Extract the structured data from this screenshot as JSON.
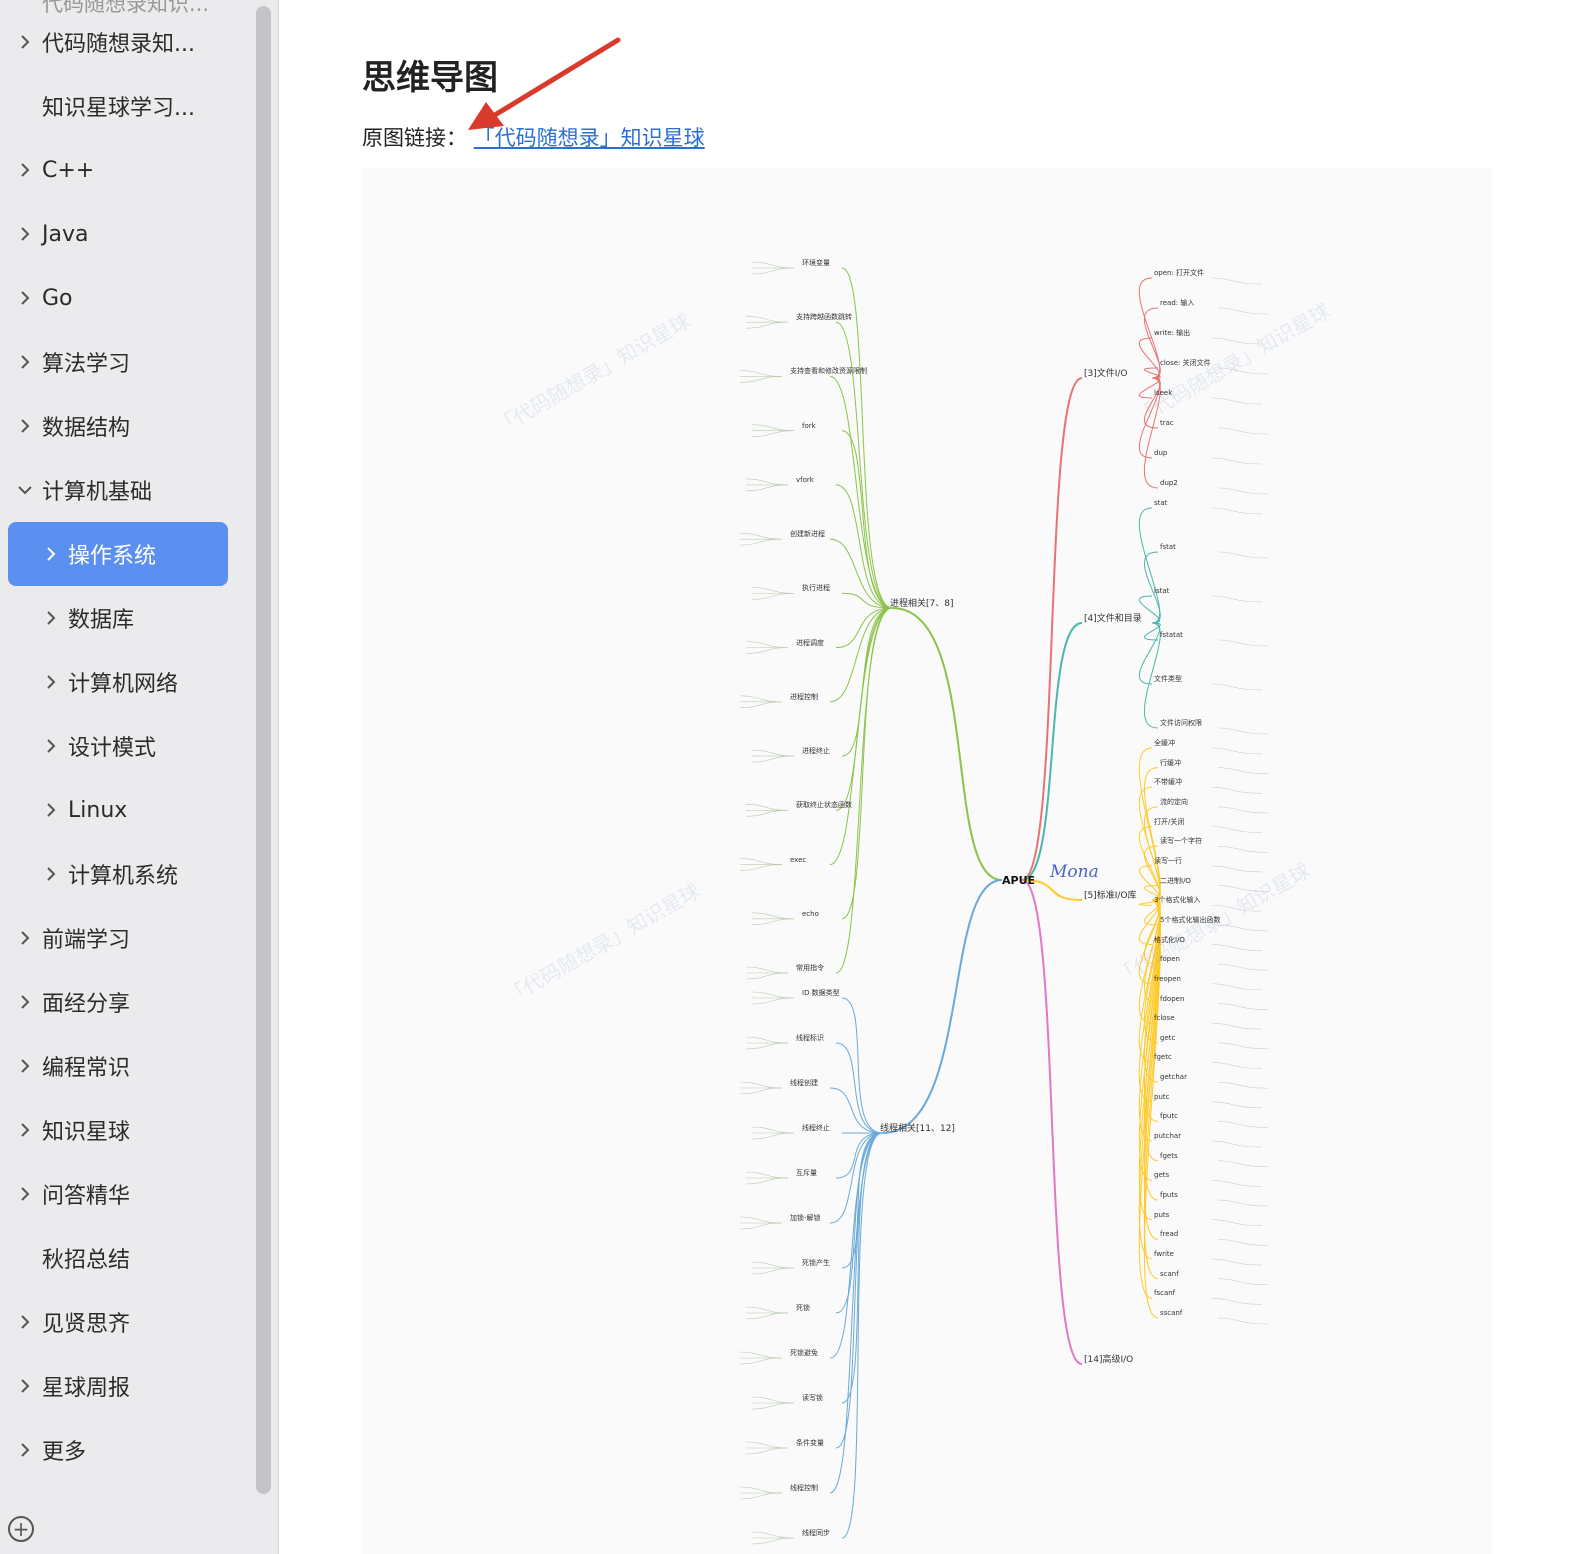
{
  "sidebar": {
    "top_cut_label": "代码随想录知识...",
    "items": [
      {
        "label": "代码随想录知...",
        "chevron": true,
        "level": 0
      },
      {
        "label": "知识星球学习...",
        "chevron": false,
        "level": 0
      },
      {
        "label": "C++",
        "chevron": true,
        "level": 0
      },
      {
        "label": "Java",
        "chevron": true,
        "level": 0
      },
      {
        "label": "Go",
        "chevron": true,
        "level": 0
      },
      {
        "label": "算法学习",
        "chevron": true,
        "level": 0
      },
      {
        "label": "数据结构",
        "chevron": true,
        "level": 0
      },
      {
        "label": "计算机基础",
        "chevron": true,
        "level": 0,
        "expanded": true
      },
      {
        "label": "操作系统",
        "chevron": true,
        "level": 1,
        "active": true
      },
      {
        "label": "数据库",
        "chevron": true,
        "level": 1
      },
      {
        "label": "计算机网络",
        "chevron": true,
        "level": 1
      },
      {
        "label": "设计模式",
        "chevron": true,
        "level": 1
      },
      {
        "label": "Linux",
        "chevron": true,
        "level": 1
      },
      {
        "label": "计算机系统",
        "chevron": true,
        "level": 1
      },
      {
        "label": "前端学习",
        "chevron": true,
        "level": 0
      },
      {
        "label": "面经分享",
        "chevron": true,
        "level": 0
      },
      {
        "label": "编程常识",
        "chevron": true,
        "level": 0
      },
      {
        "label": "知识星球",
        "chevron": true,
        "level": 0
      },
      {
        "label": "问答精华",
        "chevron": true,
        "level": 0
      },
      {
        "label": "秋招总结",
        "chevron": false,
        "level": 0
      },
      {
        "label": "见贤思齐",
        "chevron": true,
        "level": 0
      },
      {
        "label": "星球周报",
        "chevron": true,
        "level": 0
      },
      {
        "label": "更多",
        "chevron": true,
        "level": 0
      }
    ],
    "add_icon": "plus-circle-icon",
    "active_color": "#5b8ff0"
  },
  "main": {
    "title": "思维导图",
    "link_prefix": "原图链接：",
    "link_text": "「代码随想录」知识星球",
    "arrow_color": "#d93a2b"
  },
  "mindmap": {
    "center": "APUE",
    "signature": "Mona",
    "watermark": "「代码随想录」知识星球",
    "branches_left": [
      "进程相关[7、8]",
      "线程相关[11、12]"
    ],
    "branches_right": [
      "[3]文件I/O",
      "[4]文件和目录",
      "[5]标准I/O库",
      "[14]高级I/O"
    ],
    "left_labels": [
      "环境变量",
      "支持跨越函数跳转",
      "支持查看和修改资源限制",
      "fork",
      "vfork",
      "创建新进程",
      "执行进程",
      "进程调度",
      "进程控制",
      "进程终止",
      "获取终止状态函数",
      "exec",
      "echo",
      "常用指令",
      "ID 数据类型",
      "线程标识",
      "线程创建",
      "线程终止",
      "互斥量",
      "加锁-解锁",
      "死锁产生",
      "死锁",
      "死锁避免",
      "读写锁",
      "条件变量",
      "线程控制",
      "线程同步"
    ],
    "right_labels": [
      "open: 打开文件",
      "read: 输入",
      "write: 输出",
      "close: 关闭文件",
      "lseek",
      "trac",
      "dup",
      "dup2",
      "stat",
      "fstat",
      "lstat",
      "fstatat",
      "文件类型",
      "文件访问权限",
      "全缓冲",
      "行缓冲",
      "不带缓冲",
      "流的定向",
      "打开/关闭",
      "读写一个字符",
      "读写一行",
      "二进制I/O",
      "3个格式化输入",
      "5个格式化输出函数",
      "格式化I/O",
      "fopen",
      "freopen",
      "fdopen",
      "fclose",
      "getc",
      "fgetc",
      "getchar",
      "putc",
      "fputc",
      "putchar",
      "fgets",
      "gets",
      "fputs",
      "puts",
      "fread",
      "fwrite",
      "scanf",
      "fscanf",
      "sscanf"
    ],
    "colors": {
      "process": "#8bc34a",
      "thread": "#6aa9d8",
      "file_io": "#e57373",
      "dir": "#4db6ac",
      "std_io": "#ffca28",
      "adv_io": "#e277c4"
    }
  }
}
